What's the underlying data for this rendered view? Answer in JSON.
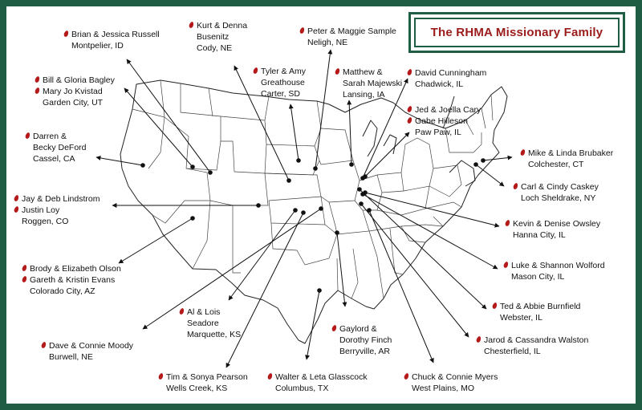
{
  "title": "The RHMA Missionary Family",
  "colors": {
    "frame": "#1f5d45",
    "title_text": "#9b1b1b",
    "pin": "#b51a1a"
  },
  "labels": [
    {
      "id": "russell",
      "lines": [
        {
          "text": "Brian & Jessica Russell",
          "pin": true
        },
        {
          "text": "Montpelier, ID",
          "pin": false
        }
      ]
    },
    {
      "id": "busenitz",
      "lines": [
        {
          "text": "Kurt & Denna",
          "pin": true
        },
        {
          "text": "Busenitz",
          "pin": false
        },
        {
          "text": "Cody, NE",
          "pin": false
        }
      ]
    },
    {
      "id": "sample",
      "lines": [
        {
          "text": "Peter & Maggie Sample",
          "pin": true
        },
        {
          "text": "Neligh, NE",
          "pin": false
        }
      ]
    },
    {
      "id": "greathouse",
      "lines": [
        {
          "text": "Tyler & Amy",
          "pin": true
        },
        {
          "text": "Greathouse",
          "pin": false
        },
        {
          "text": "Carter, SD",
          "pin": false
        }
      ]
    },
    {
      "id": "majewski",
      "lines": [
        {
          "text": "Matthew &",
          "pin": true
        },
        {
          "text": "Sarah Majewski",
          "pin": false
        },
        {
          "text": "Lansing, IA",
          "pin": false
        }
      ]
    },
    {
      "id": "cunningham",
      "lines": [
        {
          "text": "David Cunningham",
          "pin": true
        },
        {
          "text": "Chadwick, IL",
          "pin": false
        }
      ]
    },
    {
      "id": "bagley",
      "lines": [
        {
          "text": "Bill & Gloria Bagley",
          "pin": true
        },
        {
          "text": "Mary Jo Kvistad",
          "pin": true
        },
        {
          "text": "Garden City, UT",
          "pin": false
        }
      ]
    },
    {
      "id": "cary",
      "lines": [
        {
          "text": "Jed & Joella Cary",
          "pin": true
        },
        {
          "text": "Gabe Hilleson",
          "pin": true
        },
        {
          "text": "Paw Paw, IL",
          "pin": false
        }
      ]
    },
    {
      "id": "deford",
      "lines": [
        {
          "text": "Darren &",
          "pin": true
        },
        {
          "text": "Becky DeFord",
          "pin": false
        },
        {
          "text": "Cassel, CA",
          "pin": false
        }
      ]
    },
    {
      "id": "brubaker",
      "lines": [
        {
          "text": "Mike & Linda Brubaker",
          "pin": true
        },
        {
          "text": "Colchester, CT",
          "pin": false
        }
      ]
    },
    {
      "id": "caskey",
      "lines": [
        {
          "text": "Carl & Cindy Caskey",
          "pin": true
        },
        {
          "text": "Loch Sheldrake, NY",
          "pin": false
        }
      ]
    },
    {
      "id": "lindstrom",
      "lines": [
        {
          "text": "Jay & Deb Lindstrom",
          "pin": true
        },
        {
          "text": "Justin Loy",
          "pin": true
        },
        {
          "text": "Roggen, CO",
          "pin": false
        }
      ]
    },
    {
      "id": "owsley",
      "lines": [
        {
          "text": "Kevin & Denise Owsley",
          "pin": true
        },
        {
          "text": "Hanna City, IL",
          "pin": false
        }
      ]
    },
    {
      "id": "olson",
      "lines": [
        {
          "text": "Brody & Elizabeth Olson",
          "pin": true
        },
        {
          "text": "Gareth & Kristin Evans",
          "pin": true
        },
        {
          "text": "Colorado City, AZ",
          "pin": false
        }
      ]
    },
    {
      "id": "wolford",
      "lines": [
        {
          "text": "Luke & Shannon Wolford",
          "pin": true
        },
        {
          "text": "Mason City, IL",
          "pin": false
        }
      ]
    },
    {
      "id": "seadore",
      "lines": [
        {
          "text": "Al & Lois",
          "pin": true
        },
        {
          "text": "Seadore",
          "pin": false
        },
        {
          "text": "Marquette, KS",
          "pin": false
        }
      ]
    },
    {
      "id": "burnfield",
      "lines": [
        {
          "text": "Ted & Abbie Burnfield",
          "pin": true
        },
        {
          "text": "Webster, IL",
          "pin": false
        }
      ]
    },
    {
      "id": "moody",
      "lines": [
        {
          "text": "Dave & Connie Moody",
          "pin": true
        },
        {
          "text": "Burwell, NE",
          "pin": false
        }
      ]
    },
    {
      "id": "finch",
      "lines": [
        {
          "text": "Gaylord &",
          "pin": true
        },
        {
          "text": "Dorothy Finch",
          "pin": false
        },
        {
          "text": "Berryville, AR",
          "pin": false
        }
      ]
    },
    {
      "id": "walston",
      "lines": [
        {
          "text": "Jarod & Cassandra Walston",
          "pin": true
        },
        {
          "text": "Chesterfield, IL",
          "pin": false
        }
      ]
    },
    {
      "id": "pearson",
      "lines": [
        {
          "text": "Tim & Sonya Pearson",
          "pin": true
        },
        {
          "text": "Wells Creek, KS",
          "pin": false
        }
      ]
    },
    {
      "id": "glasscock",
      "lines": [
        {
          "text": "Walter & Leta Glasscock",
          "pin": true
        },
        {
          "text": "Columbus, TX",
          "pin": false
        }
      ]
    },
    {
      "id": "myers",
      "lines": [
        {
          "text": "Chuck & Connie Myers",
          "pin": true
        },
        {
          "text": "West Plains, MO",
          "pin": false
        }
      ]
    }
  ]
}
